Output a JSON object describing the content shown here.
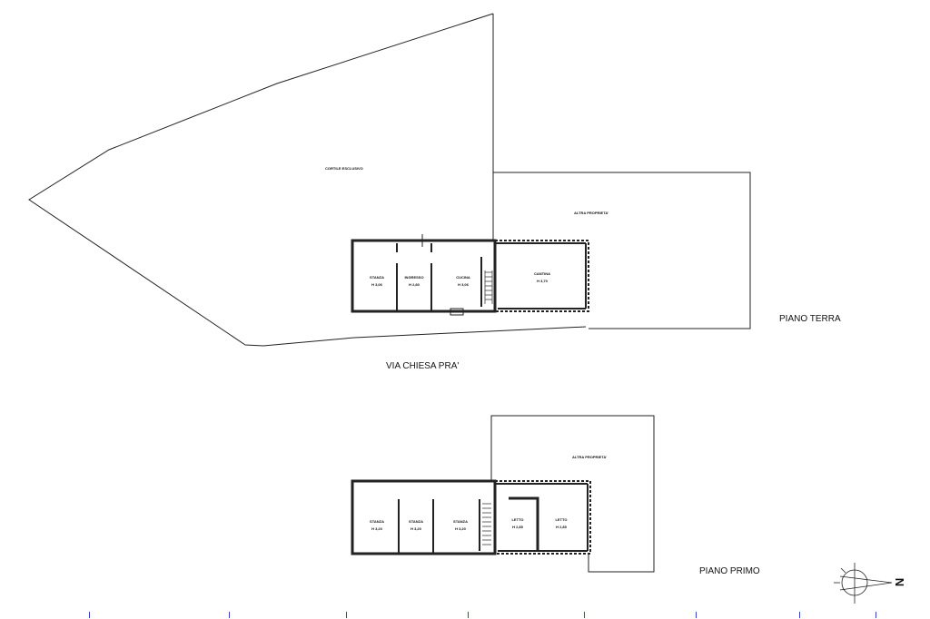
{
  "titles": {
    "ground_floor": "PIANO TERRA",
    "first_floor": "PIANO PRIMO",
    "street": "VIA CHIESA PRA'"
  },
  "areas": {
    "courtyard": "CORTILE ESCLUSIVO",
    "other_property_top": "ALTRA PROPRIETA'",
    "other_property_bottom": "ALTRA PROPRIETA'"
  },
  "ground_rooms": [
    {
      "name": "STANZA",
      "height": "H 3,06"
    },
    {
      "name": "INGRESSO",
      "height": "H 2,80"
    },
    {
      "name": "CUCINA",
      "height": "H 3,06"
    },
    {
      "name": "CANTINA",
      "height": "H 3,70"
    }
  ],
  "first_rooms": [
    {
      "name": "STANZA",
      "height": "H 3,20"
    },
    {
      "name": "STANZA",
      "height": "H 3,20"
    },
    {
      "name": "STANZA",
      "height": "H 3,20"
    },
    {
      "name": "LETTO",
      "height": "H 2,85"
    },
    {
      "name": "LETTO",
      "height": "H 2,85"
    }
  ],
  "compass": {
    "label": "N"
  },
  "colors": {
    "line": "#222222",
    "tick": "#3344cc"
  }
}
